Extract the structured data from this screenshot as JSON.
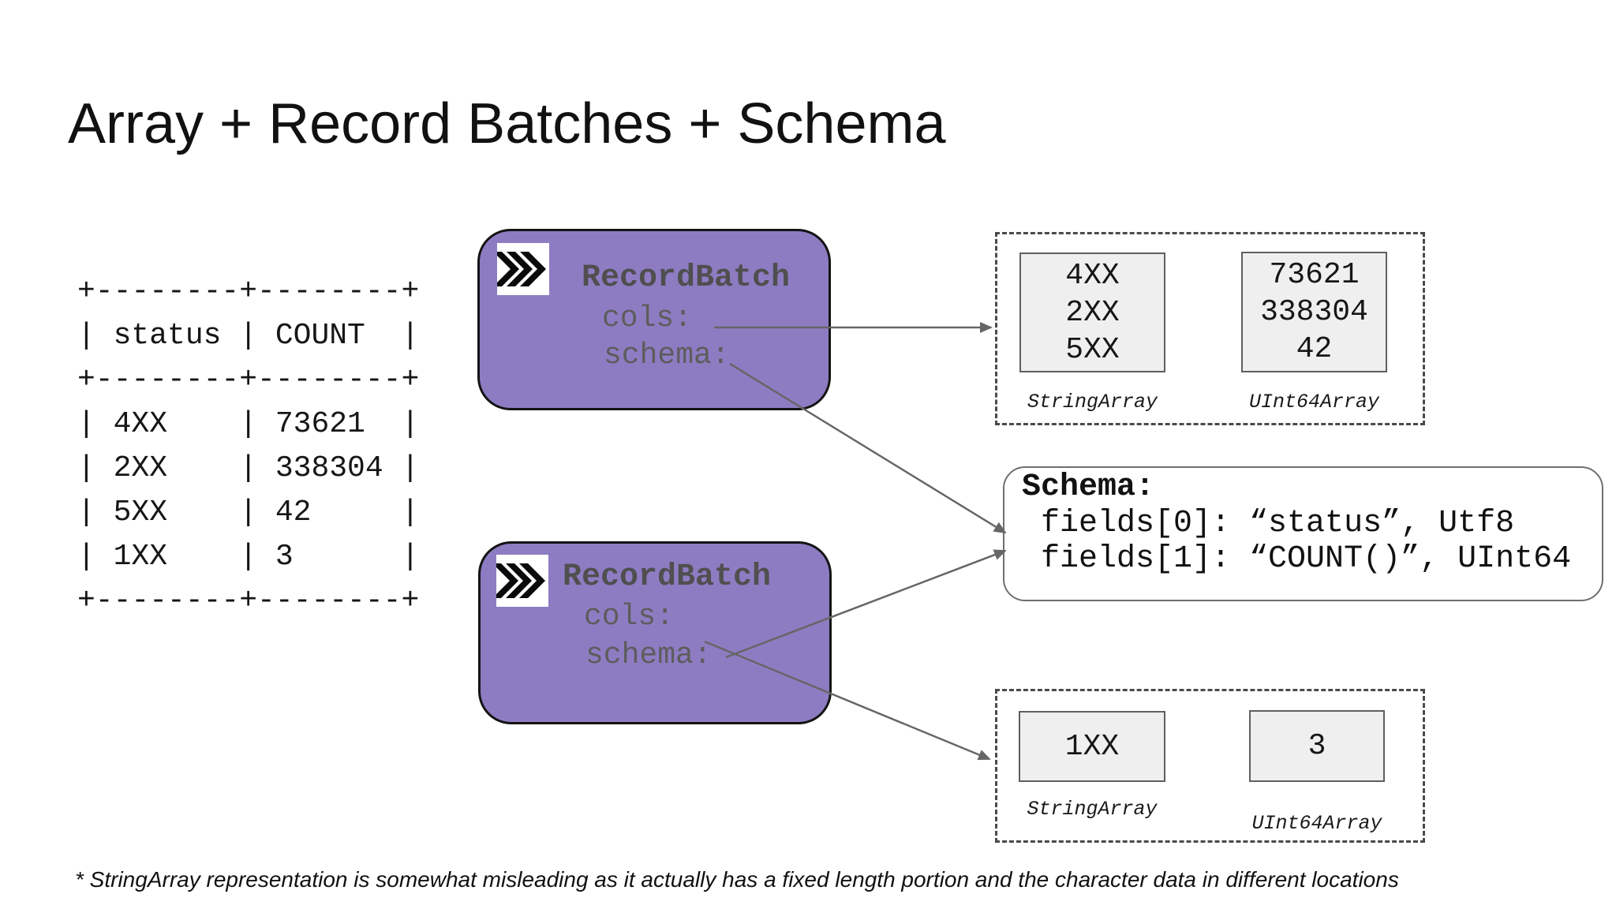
{
  "slide": {
    "title": "Array + Record Batches + Schema",
    "footnote": "* StringArray representation is somewhat misleading as it actually has a fixed length portion and the character data in different locations"
  },
  "colors": {
    "accent_purple": "#8E7CC3",
    "arrow_gray": "#666666",
    "value_box_fill": "#EFEFEF",
    "dashed_border_gray": "#4A4A4A",
    "text_dark": "#111111",
    "muted_label_gray": "#5D5D5D"
  },
  "result_table": {
    "ascii": "+--------+--------+\n| status | COUNT  |\n+--------+--------+\n| 4XX    | 73621  |\n| 2XX    | 338304 |\n| 5XX    | 42     |\n| 1XX    | 3      |\n+--------+--------+"
  },
  "record_batches": [
    {
      "title": "RecordBatch",
      "cols_label": "cols:",
      "schema_label": "schema:",
      "icon": "triple-chevron-right"
    },
    {
      "title": "RecordBatch",
      "cols_label": "cols:",
      "schema_label": "schema:",
      "icon": "triple-chevron-right"
    }
  ],
  "schema_box": {
    "title": "Schema:",
    "fields": [
      "fields[0]: “status”, Utf8",
      "fields[1]: “COUNT()”, UInt64"
    ]
  },
  "array_groups": {
    "top": {
      "string_array": {
        "values": [
          "4XX",
          "2XX",
          "5XX"
        ],
        "label": "StringArray"
      },
      "uint64_array": {
        "values": [
          "73621",
          "338304",
          "42"
        ],
        "label": "UInt64Array"
      }
    },
    "bottom": {
      "string_array": {
        "values": [
          "1XX"
        ],
        "label": "StringArray"
      },
      "uint64_array": {
        "values": [
          "3"
        ],
        "label": "UInt64Array"
      }
    }
  }
}
